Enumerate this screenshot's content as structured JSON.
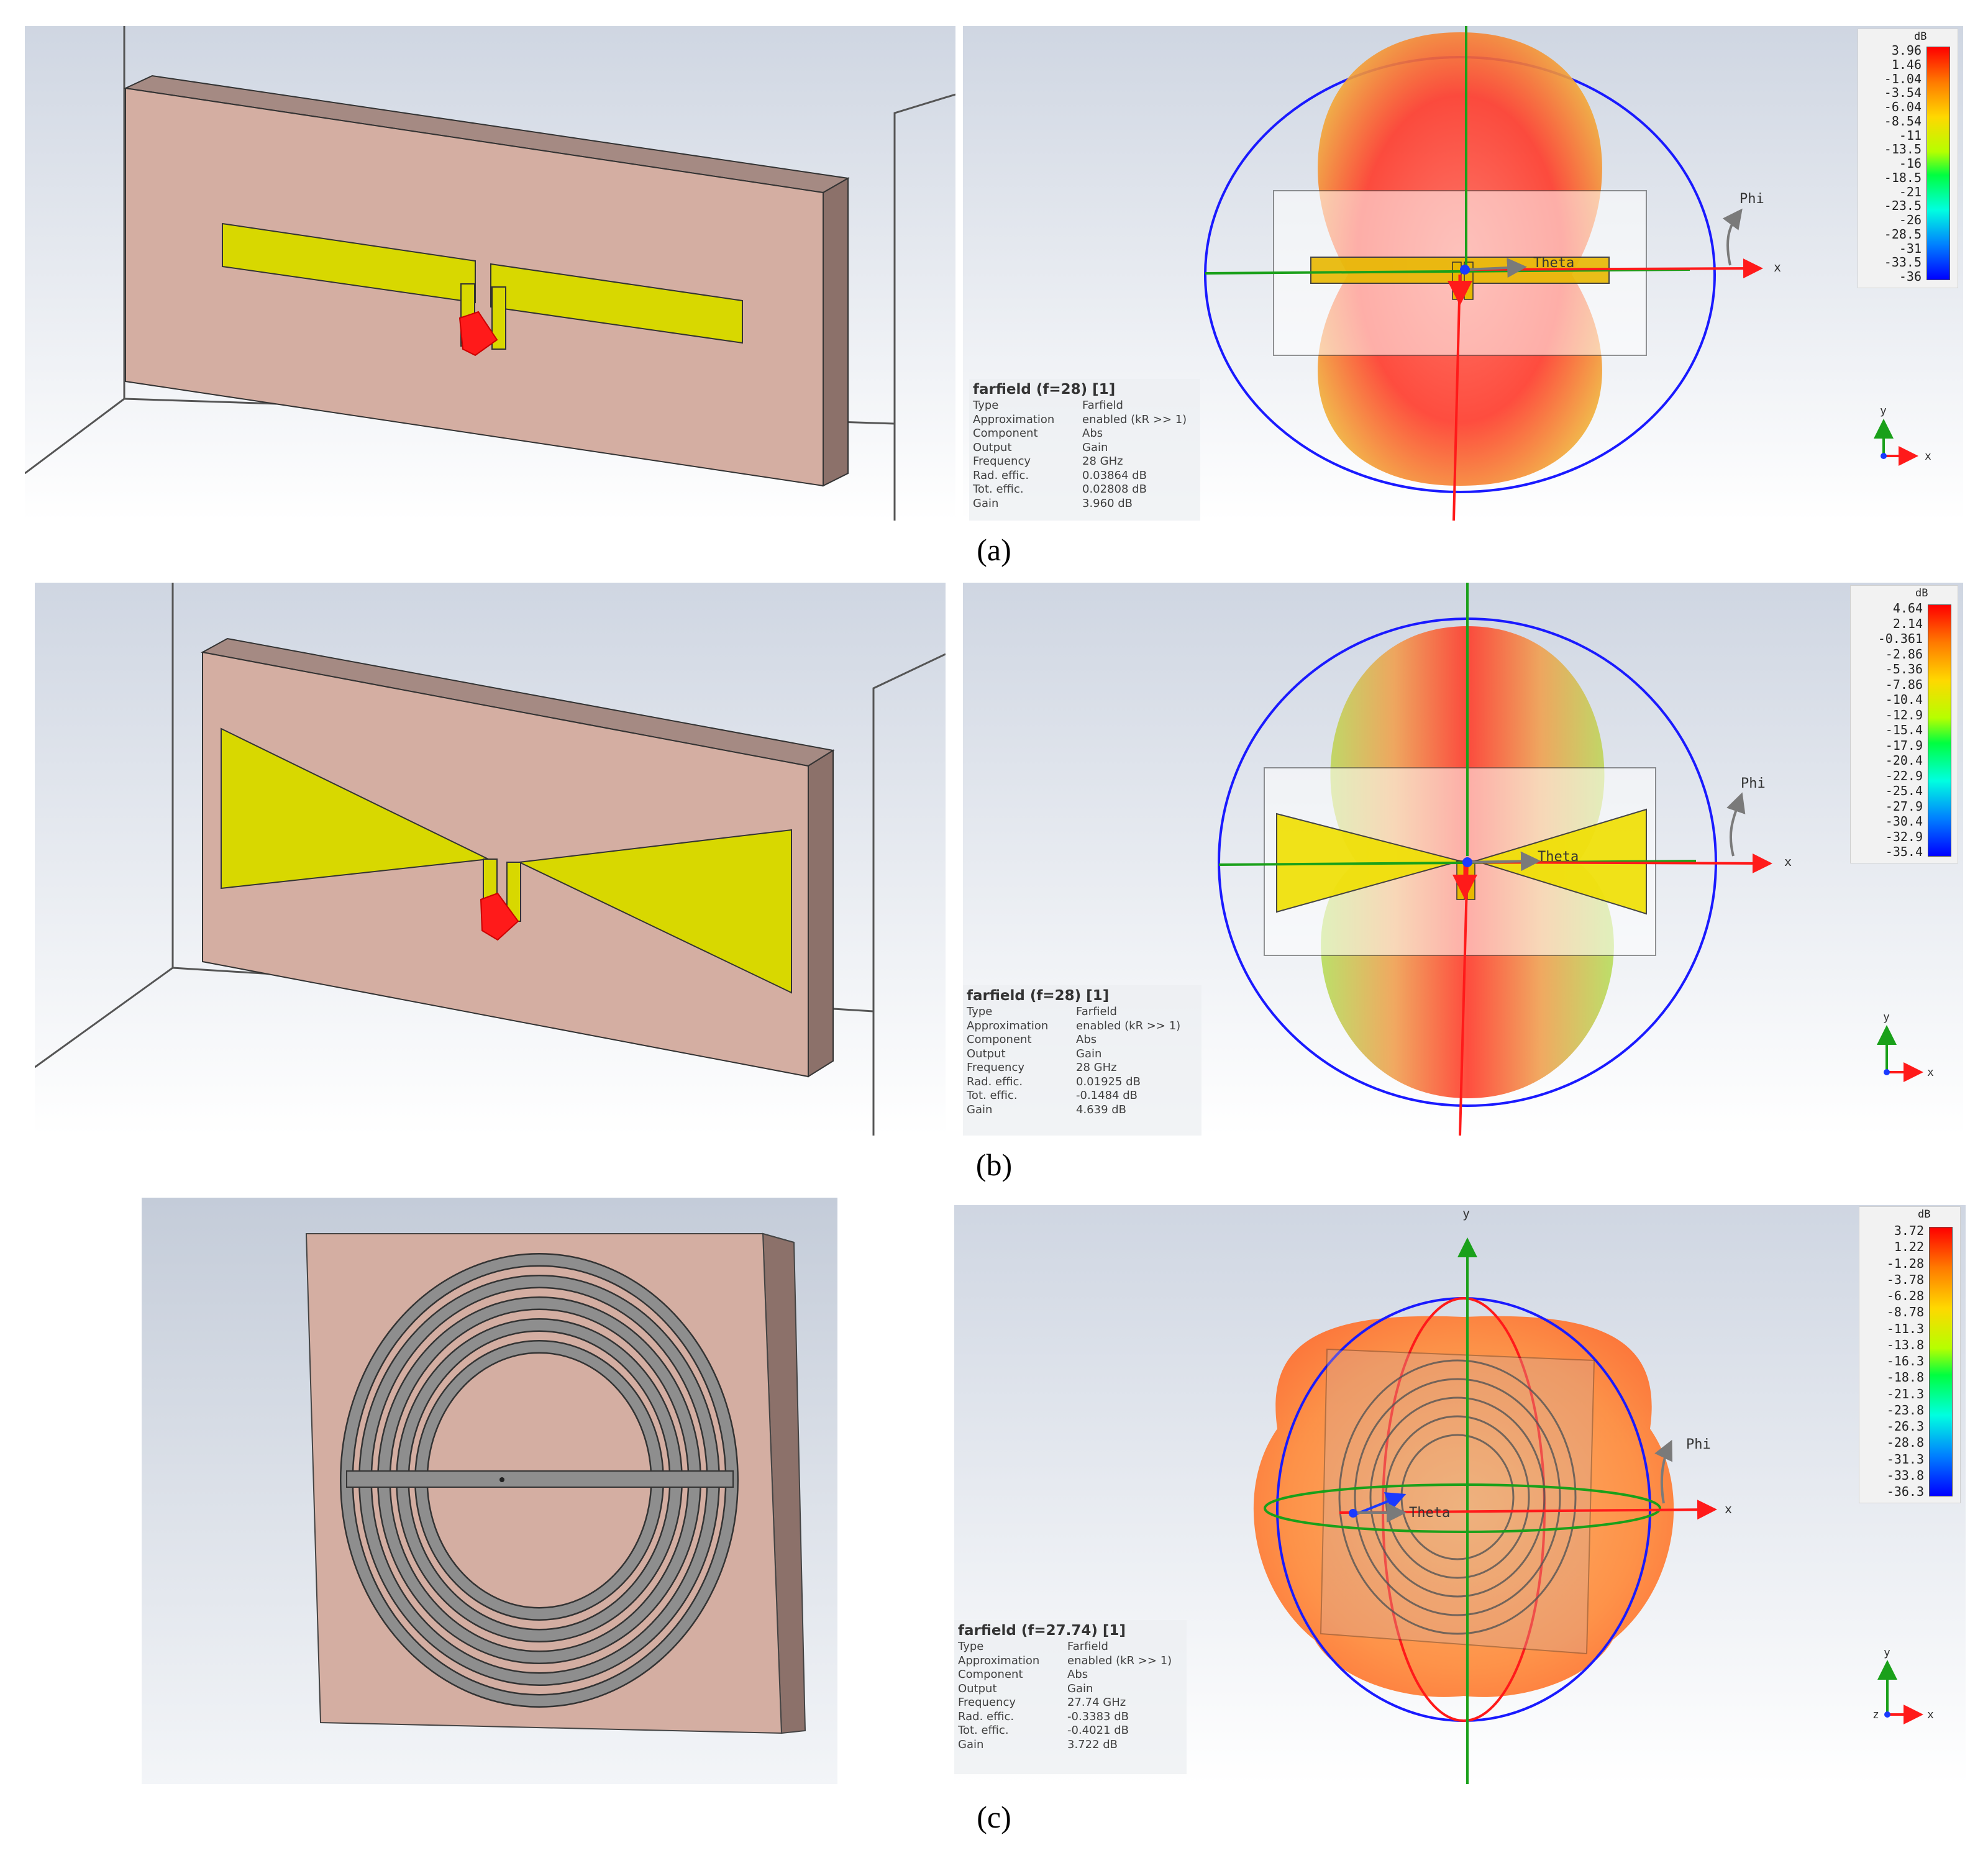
{
  "figures": [
    {
      "caption": "(a)",
      "info": {
        "title": "farfield (f=28) [1]",
        "rows": [
          {
            "key": "Type",
            "value": "Farfield"
          },
          {
            "key": "Approximation",
            "value": "enabled (kR >> 1)"
          },
          {
            "key": "Component",
            "value": "Abs"
          },
          {
            "key": "Output",
            "value": "Gain"
          },
          {
            "key": "Frequency",
            "value": "28 GHz"
          },
          {
            "key": "Rad. effic.",
            "value": "0.03864 dB"
          },
          {
            "key": "Tot. effic.",
            "value": "0.02808 dB"
          },
          {
            "key": "Gain",
            "value": "3.960 dB"
          }
        ]
      },
      "colorbar": {
        "unit": "dB",
        "ticks": [
          "3.96",
          "1.46",
          "-1.04",
          "-3.54",
          "-6.04",
          "-8.54",
          "-11",
          "-13.5",
          "-16",
          "-18.5",
          "-21",
          "-23.5",
          "-26",
          "-28.5",
          "-31",
          "-33.5",
          "-36"
        ]
      },
      "axes": {
        "phi": "Phi",
        "theta": "Theta",
        "x": "x",
        "y": "y"
      }
    },
    {
      "caption": "(b)",
      "info": {
        "title": "farfield (f=28) [1]",
        "rows": [
          {
            "key": "Type",
            "value": "Farfield"
          },
          {
            "key": "Approximation",
            "value": "enabled (kR >> 1)"
          },
          {
            "key": "Component",
            "value": "Abs"
          },
          {
            "key": "Output",
            "value": "Gain"
          },
          {
            "key": "Frequency",
            "value": "28 GHz"
          },
          {
            "key": "Rad. effic.",
            "value": "0.01925 dB"
          },
          {
            "key": "Tot. effic.",
            "value": "-0.1484 dB"
          },
          {
            "key": "Gain",
            "value": "4.639 dB"
          }
        ]
      },
      "colorbar": {
        "unit": "dB",
        "ticks": [
          "4.64",
          "2.14",
          "-0.361",
          "-2.86",
          "-5.36",
          "-7.86",
          "-10.4",
          "-12.9",
          "-15.4",
          "-17.9",
          "-20.4",
          "-22.9",
          "-25.4",
          "-27.9",
          "-30.4",
          "-32.9",
          "-35.4"
        ]
      },
      "axes": {
        "phi": "Phi",
        "theta": "Theta",
        "x": "x",
        "y": "y"
      }
    },
    {
      "caption": "(c)",
      "info": {
        "title": "farfield (f=27.74) [1]",
        "rows": [
          {
            "key": "Type",
            "value": "Farfield"
          },
          {
            "key": "Approximation",
            "value": "enabled (kR >> 1)"
          },
          {
            "key": "Component",
            "value": "Abs"
          },
          {
            "key": "Output",
            "value": "Gain"
          },
          {
            "key": "Frequency",
            "value": "27.74 GHz"
          },
          {
            "key": "Rad. effic.",
            "value": "-0.3383 dB"
          },
          {
            "key": "Tot. effic.",
            "value": "-0.4021 dB"
          },
          {
            "key": "Gain",
            "value": "3.722 dB"
          }
        ]
      },
      "colorbar": {
        "unit": "dB",
        "ticks": [
          "3.72",
          "1.22",
          "-1.28",
          "-3.78",
          "-6.28",
          "-8.78",
          "-11.3",
          "-13.8",
          "-16.3",
          "-18.8",
          "-21.3",
          "-23.8",
          "-26.3",
          "-28.8",
          "-31.3",
          "-33.8",
          "-36.3"
        ]
      },
      "axes": {
        "phi": "Phi",
        "theta": "Theta",
        "x": "x",
        "y": "y",
        "z": "z"
      }
    }
  ],
  "colors": {
    "substrate": "#d4aea2",
    "substrate_side": "#8c716a",
    "radiator": "#d8d800",
    "feed": "#ff1a1a",
    "spiral_trace": "#8e8e8e",
    "sphere": "#1a1aff"
  }
}
